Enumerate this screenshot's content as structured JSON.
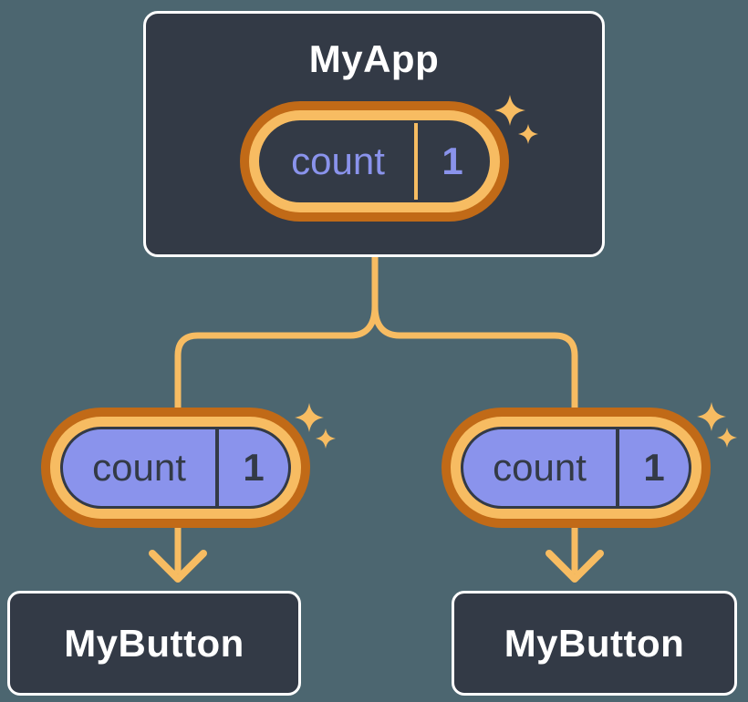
{
  "diagram": {
    "title_hint": "state lifted up: MyApp passes count to two MyButton children",
    "root_node": {
      "title": "MyApp",
      "state_pill": {
        "label": "count",
        "value": "1"
      }
    },
    "child_nodes": [
      {
        "title": "MyButton",
        "prop_pill": {
          "label": "count",
          "value": "1"
        }
      },
      {
        "title": "MyButton",
        "prop_pill": {
          "label": "count",
          "value": "1"
        }
      }
    ],
    "icons": {
      "sparkle": "sparkle-icon",
      "arrow": "arrow-down-icon"
    },
    "colors": {
      "background": "#4C6670",
      "node_fill": "#333A46",
      "node_border": "#FFFFFF",
      "pill_ring_outer": "#C16A17",
      "pill_ring_inner": "#F7BC62",
      "connector": "#F7BC62",
      "purple": "#8A93EC",
      "text_light": "#FFFFFF",
      "text_dark": "#333A46"
    }
  }
}
